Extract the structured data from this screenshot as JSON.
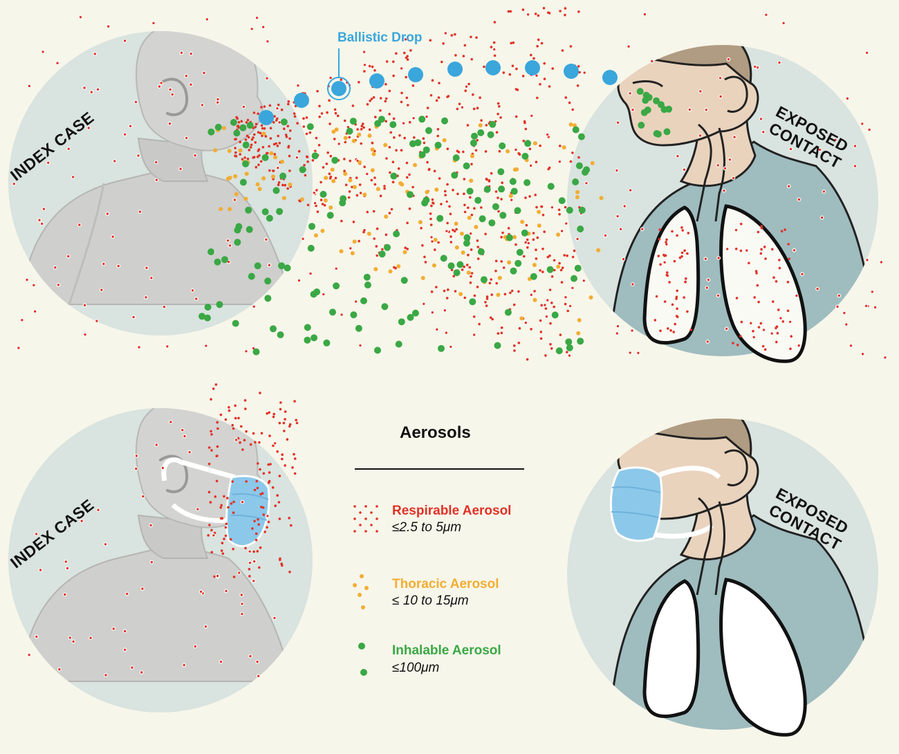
{
  "colors": {
    "background": "#f7f6ea",
    "circle": "#d9e3df",
    "respirable": "#e03226",
    "thoracic": "#f2ad33",
    "inhalable": "#3aa845",
    "ballistic": "#3aa6dc",
    "mask": "#8cc8ea",
    "skin": "#e9d3bd",
    "hair": "#b09c82",
    "shirt": "#9fbcbf"
  },
  "top_scene": {
    "index_case_label": "INDEX CASE",
    "exposed_contact_label_line1": "EXPOSED",
    "exposed_contact_label_line2": "CONTACT",
    "ballistic_drop_label": "Ballistic Drop"
  },
  "bottom_scene": {
    "index_case_label": "INDEX CASE",
    "exposed_contact_label_line1": "EXPOSED",
    "exposed_contact_label_line2": "CONTACT"
  },
  "legend": {
    "title": "Aerosols",
    "items": [
      {
        "name": "Respirable Aerosol",
        "size": "≤2.5 to 5μm",
        "color": "#e03226"
      },
      {
        "name": "Thoracic Aerosol",
        "size": "≤ 10 to 15μm",
        "color": "#f2ad33"
      },
      {
        "name": "Inhalable Aerosol",
        "size": "≤100μm",
        "color": "#3aa845"
      }
    ]
  }
}
